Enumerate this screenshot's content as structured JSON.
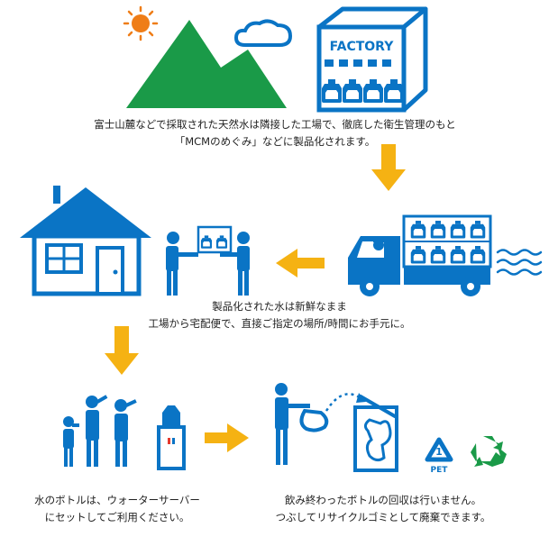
{
  "factory": {
    "sign": "FACTORY"
  },
  "steps": [
    {
      "id": "spring",
      "lines": [
        "富士山麓などで採取された天然水は隣接した工場で、徹底した衛生管理のもと",
        "「MCMのめぐみ」などに製品化されます。"
      ]
    },
    {
      "id": "delivery",
      "lines": [
        "製品化された水は新鮮なまま",
        "工場から宅配便で、直接ご指定の場所/時間にお手元に。"
      ]
    },
    {
      "id": "use",
      "lines": [
        "水のボトルは、ウォーターサーバー",
        "にセットしてご利用ください。"
      ]
    },
    {
      "id": "collection",
      "lines": [
        "飲み終わったボトルの回収は行いません。",
        "つぶしてリサイクルゴミとして廃棄できます。"
      ]
    }
  ],
  "recycle_marks": {
    "pet_number": "1",
    "pet_label": "PET"
  },
  "colors": {
    "blue": "#0a74c5",
    "green": "#1a9a48",
    "yellow": "#f5b213",
    "sun": "#ef7d17",
    "text": "#222222"
  }
}
